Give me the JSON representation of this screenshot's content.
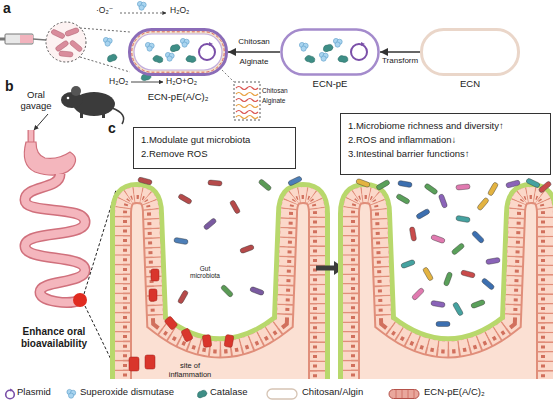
{
  "diagram": {
    "nodes": [
      {
        "text": [
          "ECN-pE(A/C)₂"
        ]
      },
      {
        "text": [
          "ECN-pE"
        ]
      },
      {
        "text": [
          "ECN"
        ]
      },
      {
        "text": [
          "1.Modulate gut microbiota",
          "2.Remove ROS"
        ]
      },
      {
        "text": [
          "1.Microbiome richness and diversity↑",
          "2.ROS and inflammation↓",
          "3.Intestinal barrier functions↑"
        ]
      }
    ],
    "edges": [
      {
        "from": 2,
        "to": 1,
        "arrow": "to",
        "label": "Transform"
      },
      {
        "from": 1,
        "to": 0,
        "arrow": "to",
        "label": "Chitosan Alginate"
      }
    ],
    "labels": [
      "a",
      "·O₂⁻",
      "H₂O₂",
      "H₂O₂",
      "H₂O+O₂",
      "Chitosan",
      "Alginate",
      "b",
      "Oral gavage",
      "c",
      "Enhance oral bioavailability",
      "Gut microbiota",
      "site of inflammation"
    ],
    "legend": [
      {
        "text": "Plasmid"
      },
      {
        "text": "Superoxide dismutase"
      },
      {
        "text": "Catalase"
      },
      {
        "text": "Chitosan/Algin"
      },
      {
        "text": "ECN-pE(A/C)₂"
      }
    ]
  }
}
